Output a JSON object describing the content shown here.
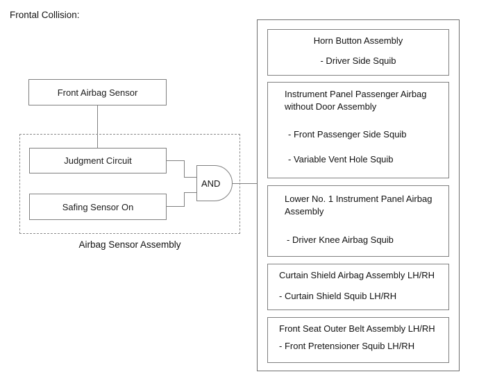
{
  "title": "Frontal Collision:",
  "diagram": {
    "front_airbag_sensor": "Front Airbag Sensor",
    "judgment_circuit": "Judgment Circuit",
    "safing_sensor": "Safing Sensor On",
    "and_gate": "AND",
    "assembly_label": "Airbag Sensor Assembly"
  },
  "output_panel": {
    "boxes": [
      {
        "title": "Horn Button Assembly",
        "items": [
          "- Driver Side Squib"
        ]
      },
      {
        "title": "Instrument Panel Passenger Airbag without Door Assembly",
        "items": [
          "- Front Passenger Side Squib",
          "- Variable Vent Hole Squib"
        ]
      },
      {
        "title": "Lower No. 1 Instrument Panel Airbag Assembly",
        "items": [
          "- Driver Knee Airbag Squib"
        ]
      },
      {
        "title": "Curtain Shield Airbag Assembly LH/RH",
        "items": [
          "- Curtain Shield Squib LH/RH"
        ]
      },
      {
        "title": "Front Seat Outer Belt Assembly LH/RH",
        "items": [
          "- Front Pretensioner Squib LH/RH"
        ]
      }
    ]
  },
  "colors": {
    "background": "#ffffff",
    "border": "#7f7f7f",
    "panel_border": "#6e6e6e",
    "text": "#111111"
  }
}
